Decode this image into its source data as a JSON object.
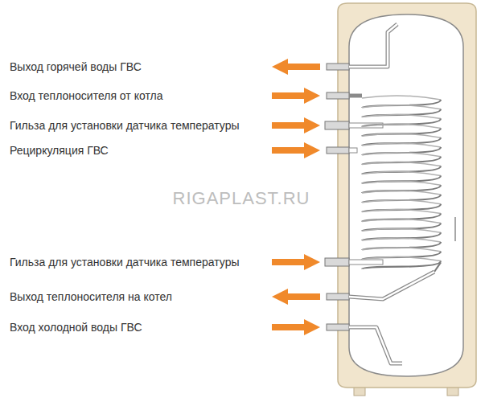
{
  "diagram": {
    "labels": [
      "Выход горячей воды ГВС",
      "Вход теплоносителя от котла",
      "Гильза для установки датчика температуры",
      "Рециркуляция ГВС",
      "Гильза для установки датчика температуры",
      "Выход теплоносителя на котел",
      "Вход холодной воды ГВС",
      "RIGAPLAST.RU"
    ]
  }
}
